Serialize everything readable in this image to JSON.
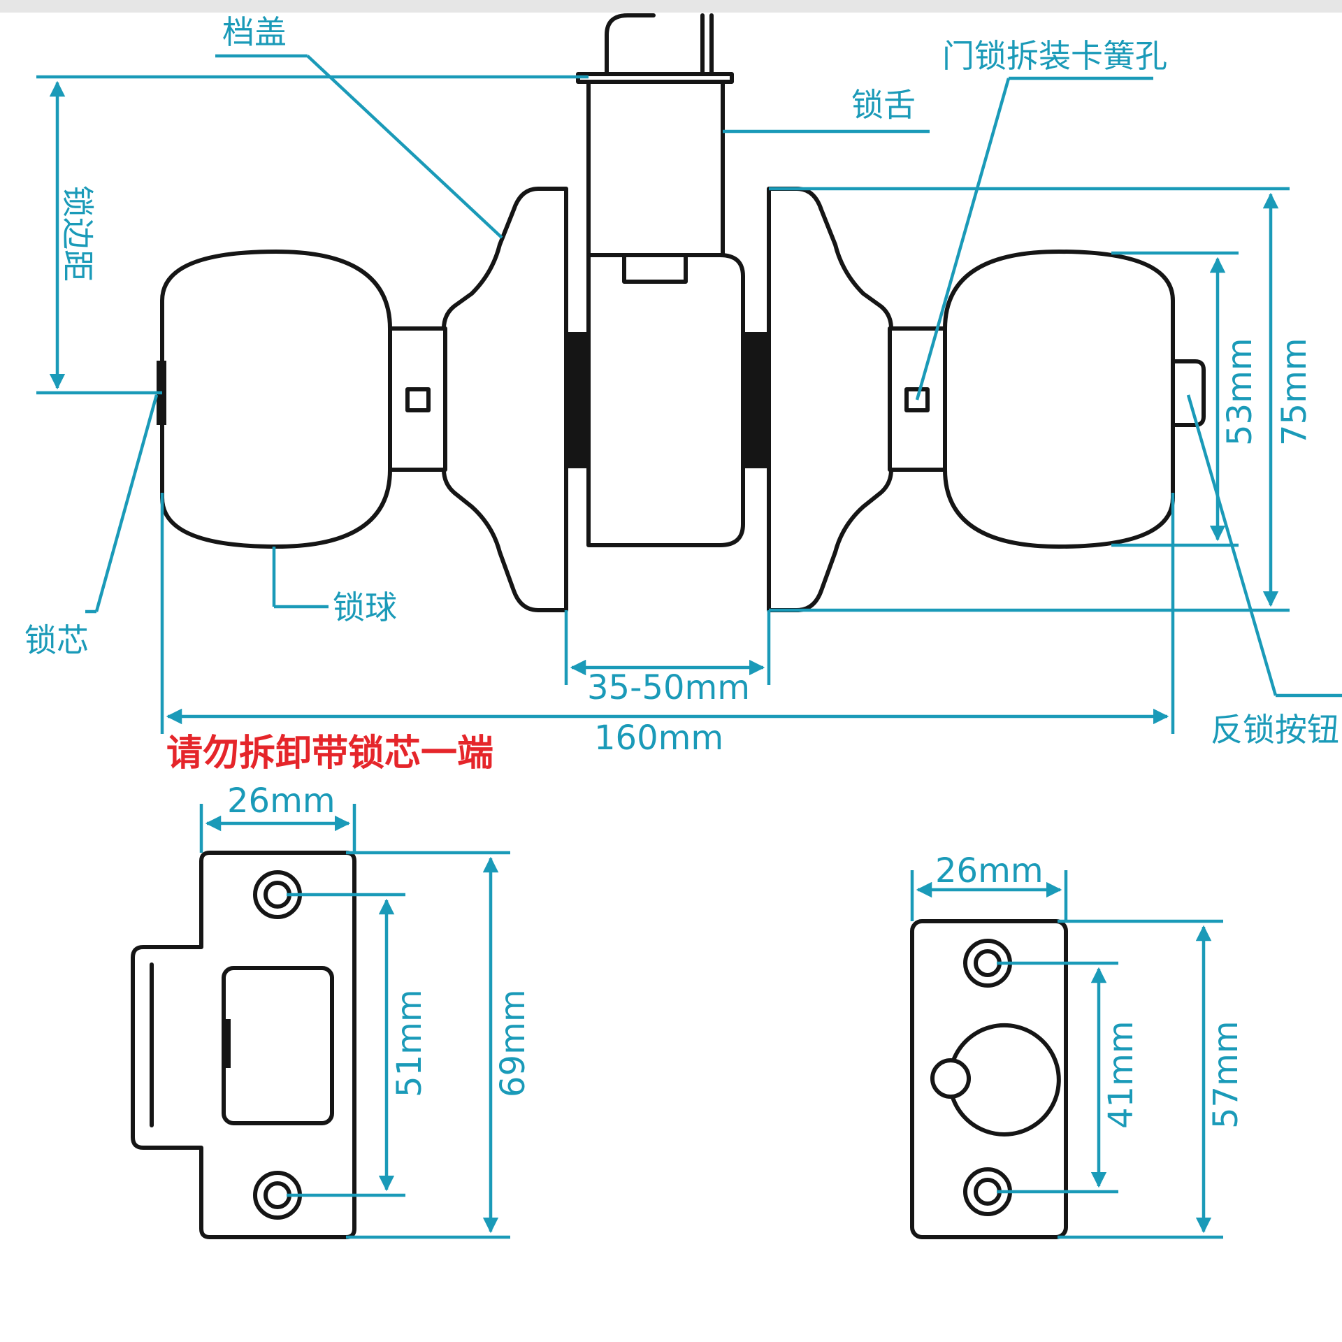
{
  "labels": {
    "dang_gai": "档盖",
    "card_hole": "门锁拆装卡簧孔",
    "latch_tongue": "锁舌",
    "backset": "锁边距",
    "lock_core": "锁芯",
    "lock_ball": "锁球",
    "privacy_button": "反锁按钮",
    "warning": "请勿拆卸带锁芯一端"
  },
  "dimensions": {
    "door_thickness": "35-50mm",
    "total_length": "160mm",
    "knob_diameter": "53mm",
    "rose_diameter": "75mm",
    "strike1_width": "26mm",
    "strike1_hole_spacing": "51mm",
    "strike1_height": "69mm",
    "strike2_width": "26mm",
    "strike2_hole_spacing": "41mm",
    "strike2_height": "57mm"
  },
  "colors": {
    "dimension_line": "#1a9ab8",
    "outline": "#151515",
    "warning_text": "#e5252a"
  }
}
